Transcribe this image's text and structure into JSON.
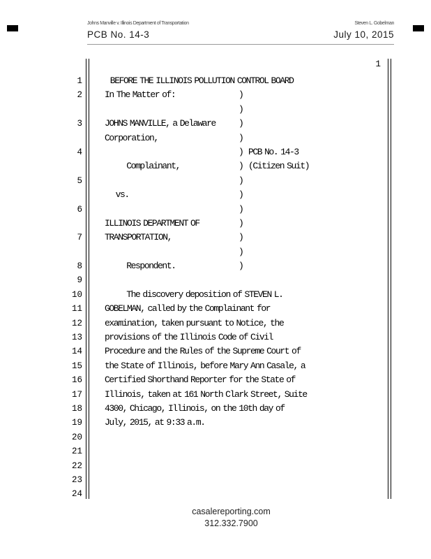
{
  "header": {
    "case_caption": "Johns Manville v. Illinois Department of Transportation",
    "deponent": "Steven L. Gobelman",
    "docket": "PCB No. 14-3",
    "date": "July 10, 2015",
    "page_number": "1"
  },
  "transcript": {
    "rows": [
      {
        "num": "1",
        "text": "  BEFORE THE ILLINOIS POLLUTION CONTROL BOARD",
        "paren": "",
        "extra": ""
      },
      {
        "num": "2",
        "text": "In The Matter of:",
        "paren": ")",
        "extra": ""
      },
      {
        "num": "",
        "text": "",
        "paren": ")",
        "extra": ""
      },
      {
        "num": "3",
        "text": "JOHNS MANVILLE, a Delaware",
        "paren": ")",
        "extra": ""
      },
      {
        "num": "",
        "text": "Corporation,",
        "paren": ")",
        "extra": ""
      },
      {
        "num": "4",
        "text": "",
        "paren": ")",
        "extra": "PCB No. 14-3"
      },
      {
        "num": "",
        "text": "        Complainant,",
        "paren": ")",
        "extra": "(Citizen Suit)"
      },
      {
        "num": "5",
        "text": "",
        "paren": ")",
        "extra": ""
      },
      {
        "num": "",
        "text": "    vs.",
        "paren": ")",
        "extra": ""
      },
      {
        "num": "6",
        "text": "",
        "paren": ")",
        "extra": ""
      },
      {
        "num": "",
        "text": "ILLINOIS DEPARTMENT OF",
        "paren": ")",
        "extra": ""
      },
      {
        "num": "7",
        "text": "TRANSPORTATION,",
        "paren": ")",
        "extra": ""
      },
      {
        "num": "",
        "text": "",
        "paren": ")",
        "extra": ""
      },
      {
        "num": "8",
        "text": "        Respondent.",
        "paren": ")",
        "extra": ""
      },
      {
        "num": "9",
        "text": "",
        "paren": "",
        "extra": ""
      },
      {
        "num": "10",
        "text": "        The discovery deposition of STEVEN L.",
        "paren": "",
        "extra": ""
      },
      {
        "num": "11",
        "text": "GOBELMAN, called by the Complainant for",
        "paren": "",
        "extra": ""
      },
      {
        "num": "12",
        "text": "examination, taken pursuant to Notice, the",
        "paren": "",
        "extra": ""
      },
      {
        "num": "13",
        "text": "provisions of the Illinois Code of Civil",
        "paren": "",
        "extra": ""
      },
      {
        "num": "14",
        "text": "Procedure and the Rules of the Supreme Court of",
        "paren": "",
        "extra": ""
      },
      {
        "num": "15",
        "text": "the State of Illinois, before Mary Ann Casale, a",
        "paren": "",
        "extra": ""
      },
      {
        "num": "16",
        "text": "Certified Shorthand Reporter for the State of",
        "paren": "",
        "extra": ""
      },
      {
        "num": "17",
        "text": "Illinois, taken at 161 North Clark Street, Suite",
        "paren": "",
        "extra": ""
      },
      {
        "num": "18",
        "text": "4300, Chicago, Illinois, on the 10th day of",
        "paren": "",
        "extra": ""
      },
      {
        "num": "19",
        "text": "July, 2015, at 9:33 a.m.",
        "paren": "",
        "extra": ""
      },
      {
        "num": "20",
        "text": "",
        "paren": "",
        "extra": ""
      },
      {
        "num": "21",
        "text": "",
        "paren": "",
        "extra": ""
      },
      {
        "num": "22",
        "text": "",
        "paren": "",
        "extra": ""
      },
      {
        "num": "23",
        "text": "",
        "paren": "",
        "extra": ""
      },
      {
        "num": "24",
        "text": "",
        "paren": "",
        "extra": ""
      }
    ]
  },
  "footer": {
    "website": "casalereporting.com",
    "phone": "312.332.7900"
  }
}
